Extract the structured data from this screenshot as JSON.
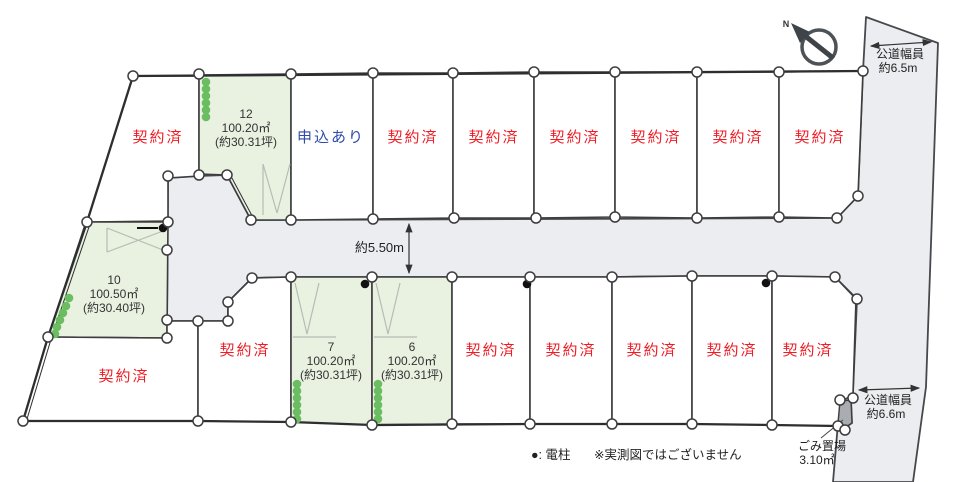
{
  "statuses": {
    "contracted": "契約済",
    "applied": "申込あり"
  },
  "lots": {
    "lot12": {
      "number": "12",
      "area_sqm": "100.20㎡",
      "area_tsubo": "(約30.31坪)"
    },
    "lot10": {
      "number": "10",
      "area_sqm": "100.50㎡",
      "area_tsubo": "(約30.40坪)"
    },
    "lot7": {
      "number": "7",
      "area_sqm": "100.20㎡",
      "area_tsubo": "(約30.31坪)"
    },
    "lot6": {
      "number": "6",
      "area_sqm": "100.20㎡",
      "area_tsubo": "(約30.31坪)"
    }
  },
  "dimensions": {
    "road_width_center": "約5.50m",
    "public_road_top": {
      "line1": "公道幅員",
      "line2": "約6.5m"
    },
    "public_road_bottom": {
      "line1": "公道幅員",
      "line2": "約6.6m"
    },
    "garbage": {
      "line1": "ごみ置場",
      "line2": "3.10㎡"
    }
  },
  "legend": {
    "pole_symbol": "●: 電柱",
    "disclaimer": "※実測図ではございません"
  },
  "north_label": "N",
  "colors": {
    "contracted_text": "#ee1c25",
    "applied_text": "#2f4ba8",
    "available_lot_fill": "#e9f2e1",
    "road_fill": "#ebedf0",
    "hedge_dot_green": "#6bbd62",
    "outline": "#3d3d3f",
    "garbage_fill": "#a9acb0"
  }
}
